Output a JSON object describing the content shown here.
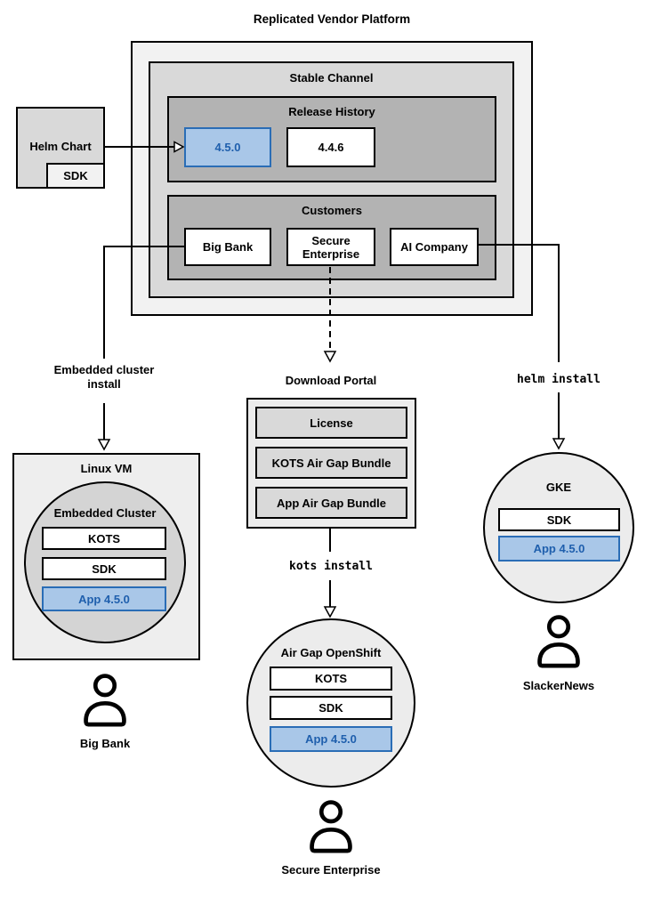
{
  "title": "Replicated Vendor Platform",
  "colors": {
    "platform_bg": "#f2f2f2",
    "channel_bg": "#d9d9d9",
    "group_bg": "#b3b3b3",
    "portal_bg": "#ececec",
    "portal_item_bg": "#d9d9d9",
    "cluster_circle_bg": "#ececec",
    "embedded_circle_bg": "#d4d4d4",
    "highlight_bg": "#a9c7e8",
    "highlight_border": "#2a6db6",
    "highlight_text": "#1f5fad"
  },
  "platform": {
    "stable_channel": "Stable Channel",
    "release_history": {
      "label": "Release History",
      "releases": [
        "4.5.0",
        "4.4.6"
      ]
    },
    "customers": {
      "label": "Customers",
      "items": [
        "Big Bank",
        "Secure Enterprise",
        "AI Company"
      ]
    }
  },
  "helm_chart": {
    "label": "Helm Chart",
    "sdk": "SDK"
  },
  "left_flow": {
    "arrow_label": "Embedded cluster install",
    "vm": "Linux VM",
    "cluster": "Embedded Cluster",
    "components": [
      "KOTS",
      "SDK",
      "App 4.5.0"
    ],
    "user": "Big Bank"
  },
  "middle_flow": {
    "portal": {
      "label": "Download Portal",
      "items": [
        "License",
        "KOTS Air Gap Bundle",
        "App Air Gap Bundle"
      ]
    },
    "arrow_label": "kots install",
    "cluster": "Air Gap OpenShift",
    "components": [
      "KOTS",
      "SDK",
      "App 4.5.0"
    ],
    "user": "Secure Enterprise"
  },
  "right_flow": {
    "arrow_label": "helm install",
    "cluster": "GKE",
    "components": [
      "SDK",
      "App 4.5.0"
    ],
    "user": "SlackerNews"
  }
}
